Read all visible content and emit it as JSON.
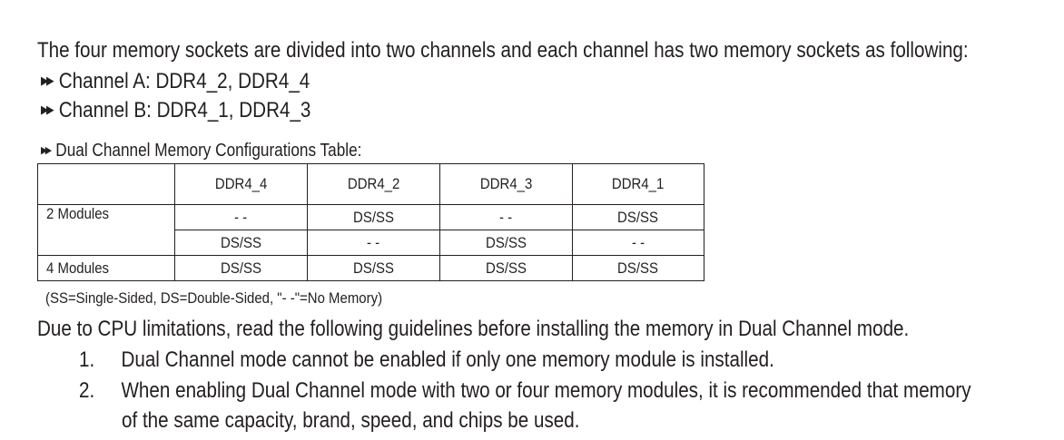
{
  "intro": "The four memory sockets are divided into two channels and each channel has two memory sockets as following:",
  "channels": [
    {
      "label": "Channel A: DDR4_2, DDR4_4"
    },
    {
      "label": "Channel B: DDR4_1, DDR4_3"
    }
  ],
  "table": {
    "title": "Dual Channel Memory Configurations Table:",
    "headers": [
      "",
      "DDR4_4",
      "DDR4_2",
      "DDR4_3",
      "DDR4_1"
    ],
    "rows": [
      {
        "label": "2 Modules",
        "cells": [
          "- -",
          "DS/SS",
          "- -",
          "DS/SS"
        ]
      },
      {
        "label": "",
        "cells": [
          "DS/SS",
          "- -",
          "DS/SS",
          "- -"
        ]
      },
      {
        "label": "4 Modules",
        "cells": [
          "DS/SS",
          "DS/SS",
          "DS/SS",
          "DS/SS"
        ]
      }
    ],
    "legend": "(SS=Single-Sided, DS=Double-Sided, \"- -\"=No Memory)"
  },
  "guidelines": {
    "intro": "Due to CPU limitations, read the following guidelines before installing the memory in Dual Channel mode.",
    "items": [
      {
        "num": "1.",
        "text": "Dual Channel mode cannot be enabled if only one memory module is installed."
      },
      {
        "num": "2.",
        "text": "When enabling Dual Channel mode with two or four memory modules, it is recommended that memory",
        "text_cont": "of the same capacity, brand, speed, and chips be used."
      }
    ]
  },
  "icons": {
    "bullet": "double-triangle-right-icon"
  }
}
